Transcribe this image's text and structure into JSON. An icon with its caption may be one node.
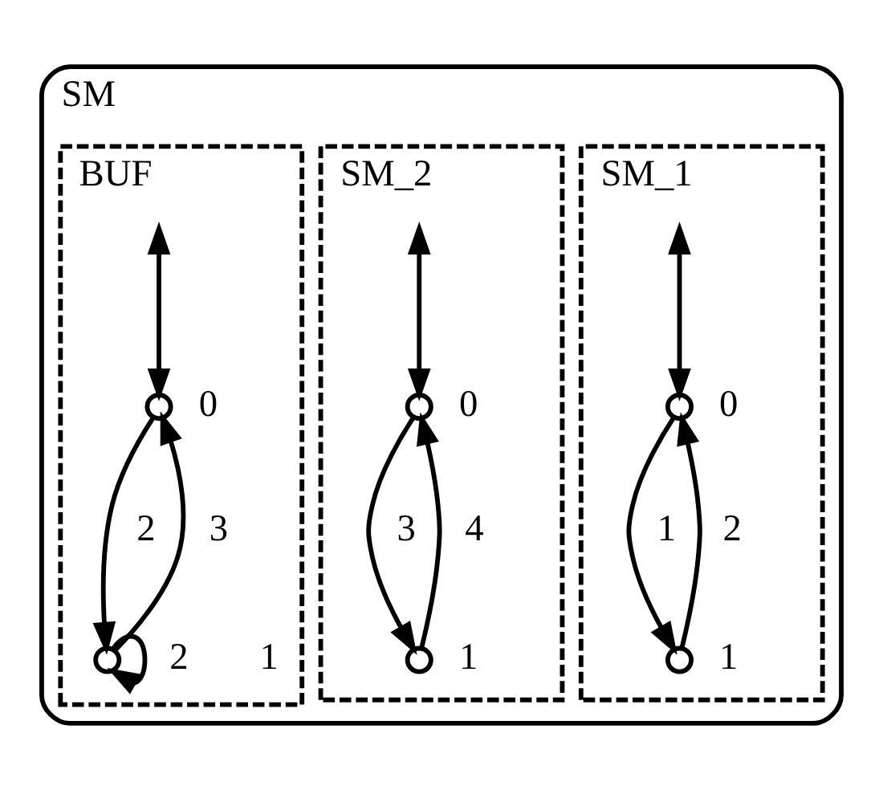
{
  "diagram": {
    "nodes": [
      {
        "text": [
          "SM"
        ]
      },
      {
        "text": [
          "SM_1"
        ],
        "in": 0
      },
      {
        "text": [
          "SM_2"
        ],
        "in": 0
      },
      {
        "text": [
          "BUF"
        ],
        "in": 0
      },
      {
        "text": [],
        "shape": "circle",
        "beside": [
          "0"
        ],
        "in": 1
      },
      {
        "text": [],
        "shape": "circle",
        "beside": [
          "1"
        ],
        "in": 1
      },
      {
        "text": [],
        "shape": "circle",
        "beside": [
          "0"
        ],
        "in": 2
      },
      {
        "text": [],
        "shape": "circle",
        "beside": [
          "1"
        ],
        "in": 2
      },
      {
        "text": [],
        "shape": "circle",
        "beside": [
          "0"
        ],
        "in": 3
      },
      {
        "text": [],
        "shape": "circle",
        "beside": [
          "1"
        ],
        "in": 3
      }
    ],
    "edges": [
      {
        "from": null,
        "to": 4,
        "arrow": "both"
      },
      {
        "from": 4,
        "to": 5,
        "arrow": "to",
        "label": "1"
      },
      {
        "from": 5,
        "to": 4,
        "arrow": "to",
        "label": "2"
      },
      {
        "from": null,
        "to": 6,
        "arrow": "both"
      },
      {
        "from": 6,
        "to": 7,
        "arrow": "to",
        "label": "3"
      },
      {
        "from": 7,
        "to": 6,
        "arrow": "to",
        "label": "4"
      },
      {
        "from": null,
        "to": 8,
        "arrow": "both"
      },
      {
        "from": 8,
        "to": 9,
        "arrow": "to",
        "label": "2"
      },
      {
        "from": 9,
        "to": 8,
        "arrow": "to",
        "label": "3"
      },
      {
        "from": 9,
        "to": 9,
        "arrow": "to",
        "label": "2"
      }
    ]
  }
}
